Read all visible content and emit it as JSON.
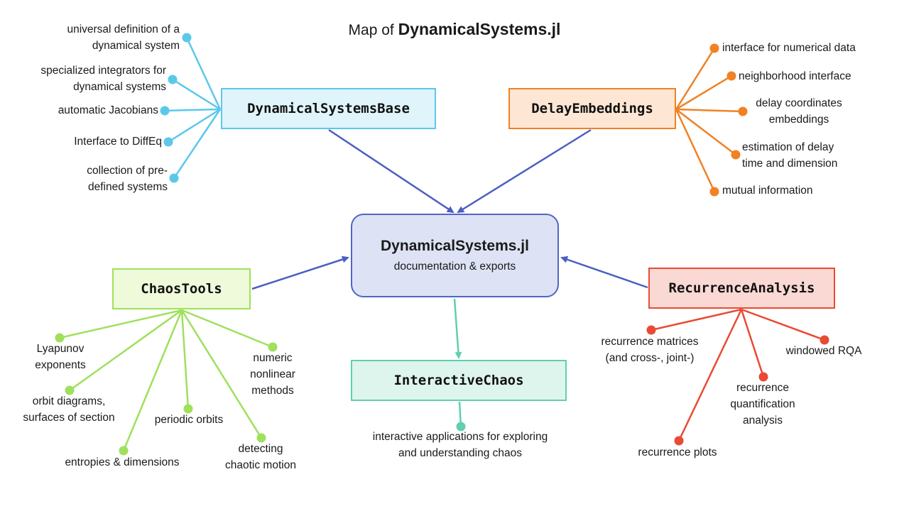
{
  "title": {
    "prefix": "Map of ",
    "name": "DynamicalSystems.jl"
  },
  "center": {
    "title": "DynamicalSystems.jl",
    "subtitle": "documentation & exports"
  },
  "modules": {
    "base": {
      "name": "DynamicalSystemsBase",
      "color": "#5bc8ea",
      "fill": "#dff4fb"
    },
    "delay": {
      "name": "DelayEmbeddings",
      "color": "#f08224",
      "fill": "#fde6d4"
    },
    "chaos": {
      "name": "ChaosTools",
      "color": "#9fe05c",
      "fill": "#eefad9"
    },
    "recurrence": {
      "name": "RecurrenceAnalysis",
      "color": "#e94a34",
      "fill": "#fad9d4"
    },
    "interactive": {
      "name": "InteractiveChaos",
      "color": "#5fcfb0",
      "fill": "#def5ee"
    }
  },
  "arrow_color": "#4a5fc1",
  "features": {
    "base": [
      "universal definition of a\ndynamical system",
      "specialized integrators for\ndynamical systems",
      "automatic Jacobians",
      "Interface to DiffEq",
      "collection of pre-\ndefined systems"
    ],
    "delay": [
      "interface for numerical data",
      "neighborhood interface",
      "delay coordinates\nembeddings",
      "estimation of delay\ntime and dimension",
      "mutual information"
    ],
    "chaos": [
      "Lyapunov\nexponents",
      "orbit diagrams,\nsurfaces of section",
      "entropies & dimensions",
      "periodic orbits",
      "detecting\nchaotic motion",
      "numeric\nnonlinear\nmethods"
    ],
    "recurrence": [
      "recurrence matrices\n(and cross-, joint-)",
      "recurrence plots",
      "recurrence\nquantification\nanalysis",
      "windowed RQA"
    ],
    "interactive": [
      "interactive applications for exploring\nand understanding chaos"
    ]
  }
}
